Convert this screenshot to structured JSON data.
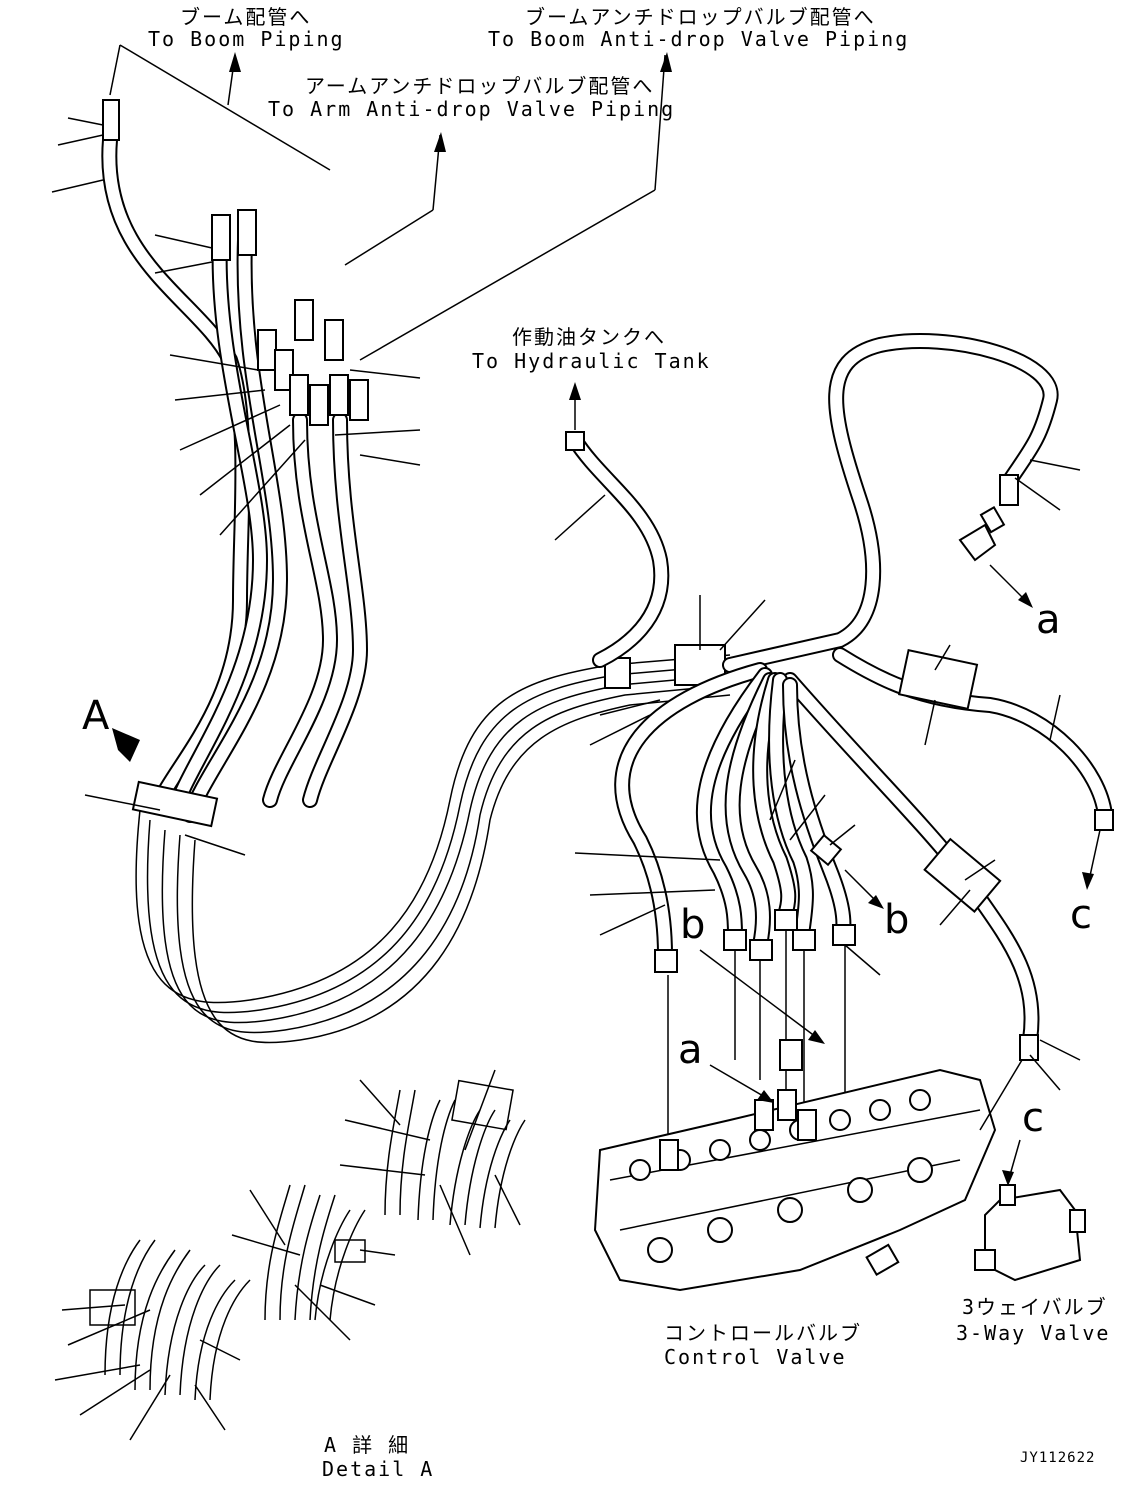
{
  "labels": {
    "boom_piping_jp": "ブーム配管へ",
    "boom_piping_en": "To Boom Piping",
    "boom_antidrop_jp": "ブームアンチドロップバルブ配管へ",
    "boom_antidrop_en": "To Boom Anti-drop Valve Piping",
    "arm_antidrop_jp": "アームアンチドロップバルブ配管へ",
    "arm_antidrop_en": "To Arm Anti-drop Valve Piping",
    "hyd_tank_jp": "作動油タンクへ",
    "hyd_tank_en": "To Hydraulic Tank",
    "control_valve_jp": "コントロールバルブ",
    "control_valve_en": "Control Valve",
    "three_way_jp": "3ウェイバルブ",
    "three_way_en": "3-Way Valve",
    "detail_jp": "A 詳 細",
    "detail_en": "Detail A"
  },
  "markers": {
    "A": "A",
    "a_top": "a",
    "a_mid": "a",
    "b_left": "b",
    "b_right": "b",
    "c_right": "c",
    "c_lower": "c"
  },
  "drawing_ref": "JY112622",
  "colors": {
    "ink": "#000000",
    "paper": "#ffffff"
  }
}
